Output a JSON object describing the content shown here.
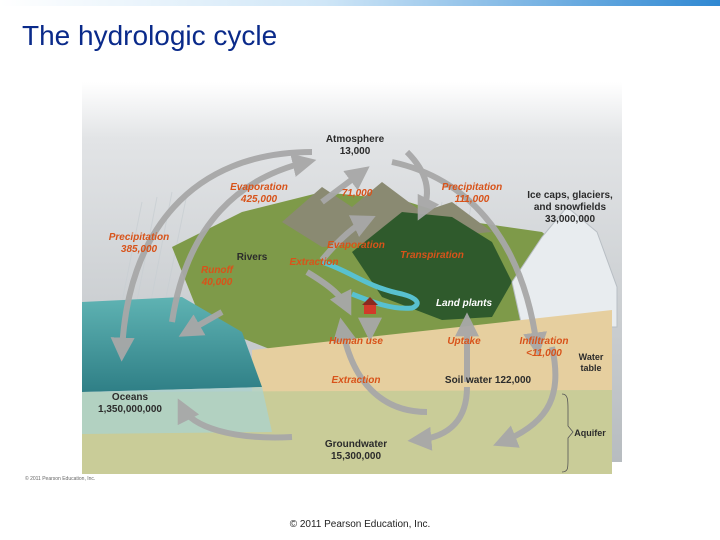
{
  "title": "The hydrologic cycle",
  "footer": "© 2011 Pearson Education, Inc.",
  "figure_credit": "© 2011 Pearson Education, Inc.",
  "nodes": {
    "atmosphere": {
      "name": "Atmosphere",
      "value": "13,000"
    },
    "ice": {
      "line1": "Ice caps, glaciers,",
      "line2": "and snowfields",
      "value": "33,000,000"
    },
    "oceans": {
      "name": "Oceans",
      "value": "1,350,000,000"
    },
    "groundwater": {
      "name": "Groundwater",
      "value": "15,300,000"
    },
    "soil_water": "Soil water 122,000",
    "rivers": "Rivers",
    "land_plants": "Land plants",
    "water_table": {
      "line1": "Water",
      "line2": "table"
    },
    "aquifer": "Aquifer"
  },
  "flows": {
    "evap_ocean": {
      "name": "Evaporation",
      "value": "425,000"
    },
    "precip_land": {
      "name": "Precipitation",
      "value": "111,000"
    },
    "precip_ocean": {
      "name": "Precipitation",
      "value": "385,000"
    },
    "runoff": {
      "name": "Runoff",
      "value": "40,000"
    },
    "transport": "71,000",
    "evap_land": "Evaporation",
    "extraction_top": "Extraction",
    "transpiration": "Transpiration",
    "human_use": "Human use",
    "uptake": "Uptake",
    "infiltration": {
      "name": "Infiltration",
      "value": "<11,000"
    },
    "extraction_bottom": "Extraction"
  },
  "colors": {
    "title": "#0a2a8a",
    "flow_label": "#d8531a",
    "arrow": "#a8a8a8"
  }
}
